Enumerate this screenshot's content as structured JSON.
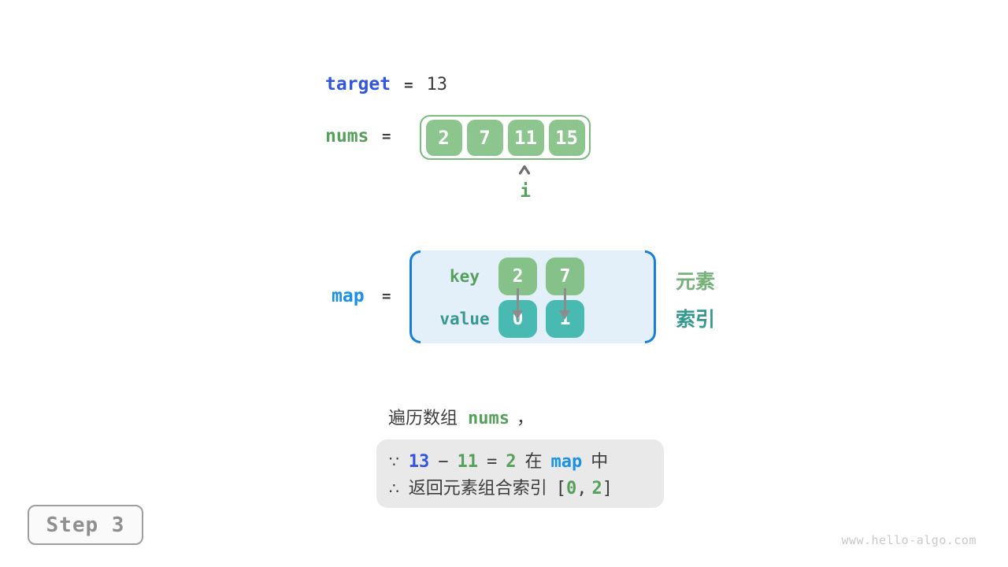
{
  "target_row": {
    "label": "target",
    "eq": "=",
    "value": "13"
  },
  "nums_row": {
    "label": "nums",
    "eq": "=",
    "cells": [
      "2",
      "7",
      "11",
      "15"
    ],
    "pointer": "i"
  },
  "map_row": {
    "label": "map",
    "eq": "=",
    "key_label": "key",
    "value_label": "value",
    "entries": [
      {
        "key": "2",
        "value": "0"
      },
      {
        "key": "7",
        "value": "1"
      }
    ],
    "side_labels": {
      "element": "元素",
      "index": "索引"
    }
  },
  "caption": {
    "prefix": "遍历数组",
    "code": "nums",
    "comma": "，"
  },
  "conclusion": {
    "line1": {
      "sym": "∵",
      "a": "13",
      "op": "−",
      "b": "11",
      "eq": "=",
      "c": "2",
      "in_prefix": "在",
      "code": "map",
      "in_suffix": "中"
    },
    "line2": {
      "sym": "∴",
      "text": "返回元素组合索引",
      "open": "[",
      "i1": "0",
      "comma": ",",
      "i2": "2",
      "close": "]"
    }
  },
  "footer": {
    "step": "Step 3",
    "watermark": "www.hello-algo.com"
  },
  "colors": {
    "royal_blue": "#3255DE",
    "azure_blue": "#1B91E4",
    "green_text": "#55A05A",
    "green_label_light": "#76B27A",
    "cell_green": "#8CC58E",
    "cell_green_border": "#7CBA7F",
    "cell_teal": "#48BAB1",
    "teal_text": "#36988F",
    "map_bg": "#E3F0FA",
    "map_bracket": "#177FD9",
    "dark_text": "#3C3C3C",
    "conclusion_bg": "#E9E9E9",
    "arrow_gray": "#8C8C8C",
    "step_gray": "#8F8F8F",
    "watermark_gray": "#C9C9C9"
  }
}
